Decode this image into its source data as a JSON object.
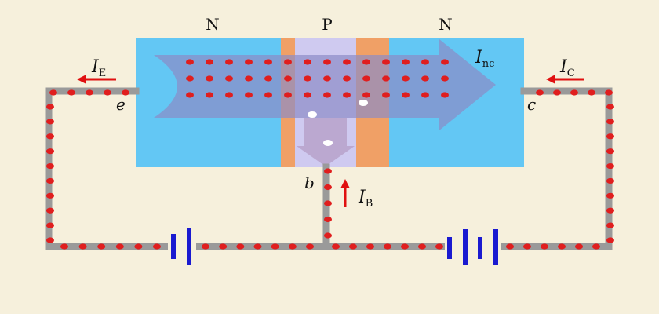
{
  "diagram": {
    "regions": {
      "left": "N",
      "middle": "P",
      "right": "N"
    },
    "terminals": {
      "emitter": "e",
      "base": "b",
      "collector": "c"
    },
    "currents": {
      "emitter": {
        "symbol": "I",
        "subscript": "E"
      },
      "base": {
        "symbol": "I",
        "subscript": "B"
      },
      "collector": {
        "symbol": "I",
        "subscript": "C"
      },
      "nc": {
        "symbol": "I",
        "subscript": "nc"
      }
    },
    "colors": {
      "background": "#f6f0dc",
      "n_region": "#63c7f4",
      "p_region": "#cfcaf0",
      "junction": "#f0a066",
      "electron_flow_arrow": "#8c8cc6",
      "base_flow_arrow": "#b8a4cc",
      "wire": "#9a9a9a",
      "electron": "#e01e1e",
      "hole": "#ffffff",
      "current_arrow": "#e01010",
      "battery": "#1a1ad0"
    }
  }
}
